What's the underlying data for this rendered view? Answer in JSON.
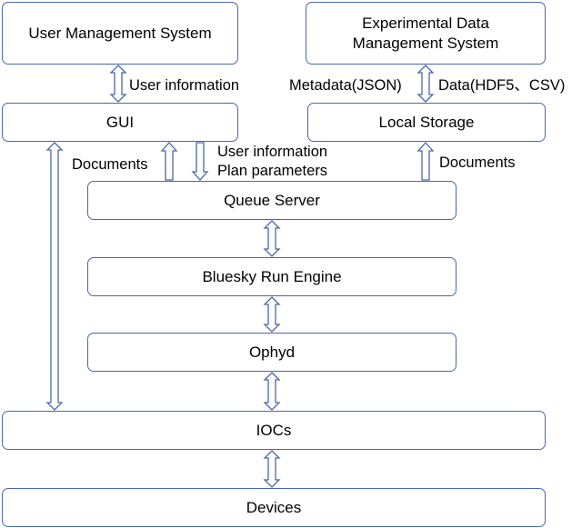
{
  "boxes": {
    "user_mgmt": "User Management System",
    "exp_data_mgmt": "Experimental Data Management System",
    "gui": "GUI",
    "local_storage": "Local Storage",
    "queue_server": "Queue Server",
    "bluesky": "Bluesky Run Engine",
    "ophyd": "Ophyd",
    "iocs": "IOCs",
    "devices": "Devices"
  },
  "labels": {
    "user_info_top": "User information",
    "metadata": "Metadata(JSON)",
    "data": "Data(HDF5、CSV)",
    "documents_left": "Documents",
    "user_info_mid": "User information",
    "plan_params": "Plan parameters",
    "documents_right": "Documents"
  },
  "colors": {
    "border": "#4a68a8",
    "background": "#ffffff"
  }
}
